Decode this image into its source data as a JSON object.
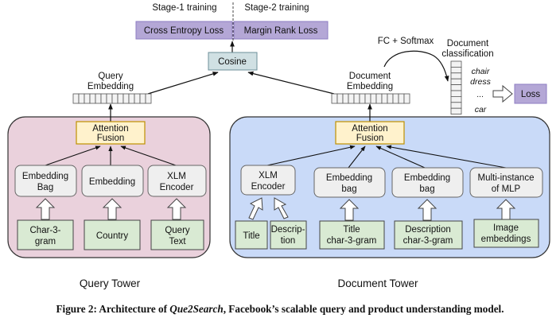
{
  "top": {
    "stage1": "Stage-1 training",
    "stage2": "Stage-2 training",
    "cross_entropy_loss": "Cross Entropy Loss",
    "margin_rank_loss": "Margin Rank Loss",
    "cosine": "Cosine"
  },
  "query": {
    "embedding_label": [
      "Query",
      "Embedding"
    ],
    "attention_fusion": [
      "Attention",
      "Fusion"
    ],
    "encoders": [
      [
        "Embedding",
        "Bag"
      ],
      [
        "Embedding"
      ],
      [
        "XLM",
        "Encoder"
      ]
    ],
    "inputs": [
      [
        "Char-3-",
        "gram"
      ],
      [
        "Country"
      ],
      [
        "Query",
        "Text"
      ]
    ],
    "tower_title": "Query Tower"
  },
  "document": {
    "embedding_label": [
      "Document",
      "Embedding"
    ],
    "attention_fusion": [
      "Attention",
      "Fusion"
    ],
    "encoders": [
      [
        "XLM",
        "Encoder"
      ],
      [
        "Embedding",
        "bag"
      ],
      [
        "Embedding",
        "bag"
      ],
      [
        "Multi-instance",
        "of MLP"
      ]
    ],
    "inputs": [
      [
        "Title"
      ],
      [
        "Descrip-",
        "tion"
      ],
      [
        "Title",
        "char-3-gram"
      ],
      [
        "Description",
        "char-3-gram"
      ],
      [
        "Image",
        "embeddings"
      ]
    ],
    "tower_title": "Document Tower"
  },
  "classification": {
    "fc_softmax": "FC + Softmax",
    "label": [
      "Document",
      "classification"
    ],
    "classes": [
      "chair",
      "dress",
      "...",
      "car"
    ],
    "loss": "Loss"
  },
  "caption": {
    "prefix": "Figure 2: Architecture of ",
    "model": "Que2Search",
    "suffix": ", Facebook’s scalable query and product understanding model."
  },
  "colors": {
    "query_tower_bg": "#ead1dc",
    "document_tower_bg": "#c9daf8",
    "loss_box_bg": "#b4a7d6",
    "attention_bg": "#fff2cc",
    "attention_border": "#bf9000",
    "input_bg": "#d9ead3",
    "encoder_bg": "#efefef",
    "cosine_bg": "#d0e0e3",
    "embedding_cell_bg": "#f3f3f3"
  }
}
